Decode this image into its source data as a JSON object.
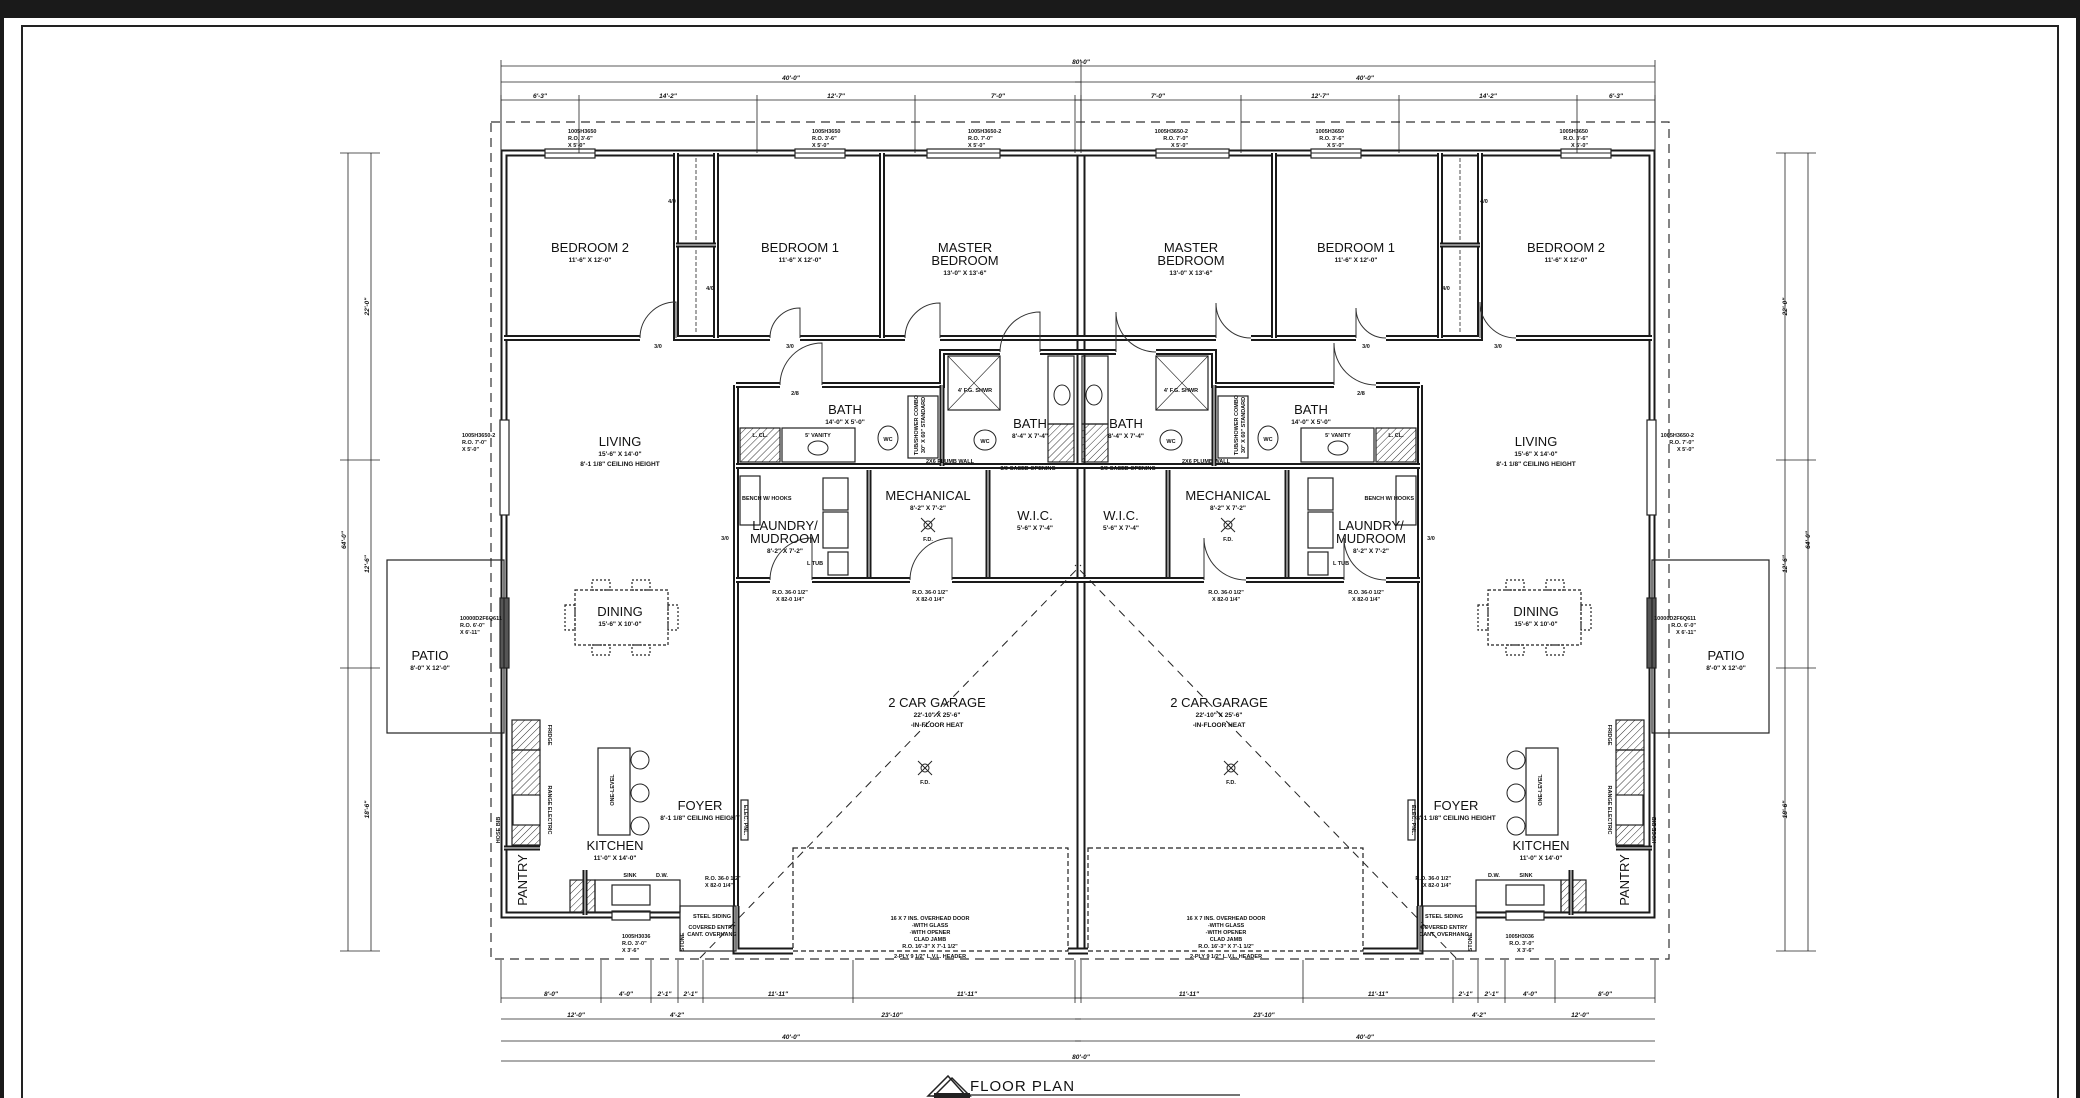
{
  "title": "FLOOR PLAN",
  "overall": {
    "total_width": "80'-0\"",
    "half_width": "40'-0\"",
    "depth": "64'-0\""
  },
  "top_dims": [
    "6'-3\"",
    "14'-2\"",
    "12'-7\"",
    "7'-0\""
  ],
  "bottom_dims_row1": [
    "8'-0\"",
    "4'-0\"",
    "2'-1\"",
    "2'-1\"",
    "11'-11\"",
    "11'-11\""
  ],
  "bottom_dims_row2": [
    "12'-0\"",
    "4'-2\"",
    "23'-10\""
  ],
  "side_dims": [
    "22'-0\"",
    "12'-6\"",
    "18'-6\""
  ],
  "units": [
    {
      "rooms": [
        {
          "name": "BEDROOM 2",
          "size": "11'-6\" X 12'-0\""
        },
        {
          "name": "BEDROOM 1",
          "size": "11'-6\" X 12'-0\""
        },
        {
          "name": "MASTER",
          "name2": "BEDROOM",
          "size": "13'-0\" X 13'-6\""
        },
        {
          "name": "LIVING",
          "size": "15'-6\" X 14'-0\"",
          "note": "8'-1 1/8\" CEILING HEIGHT"
        },
        {
          "name": "BATH",
          "size": "14'-0\" X 5'-0\""
        },
        {
          "name": "BATH",
          "size": "8'-4\" X 7'-4\""
        },
        {
          "name": "LAUNDRY/",
          "name2": "MUDROOM",
          "size": "8'-2\" X 7'-2\""
        },
        {
          "name": "MECHANICAL",
          "size": "8'-2\" X 7'-2\""
        },
        {
          "name": "W.I.C.",
          "size": "5'-6\" X 7'-4\""
        },
        {
          "name": "DINING",
          "size": "15'-6\" X 10'-0\""
        },
        {
          "name": "PATIO",
          "size": "8'-0\" X 12'-0\""
        },
        {
          "name": "2 CAR GARAGE",
          "size": "22'-10\" X 25'-6\"",
          "note": "-IN-FLOOR HEAT"
        },
        {
          "name": "FOYER",
          "note": "8'-1 1/8\" CEILING HEIGHT"
        },
        {
          "name": "KITCHEN",
          "size": "11'-0\" X 14'-0\""
        },
        {
          "name": "PANTRY"
        }
      ],
      "windows": [
        {
          "model": "1005H3650",
          "ro": "R.O. 3'-6\"",
          "h": "X 5'-0\""
        },
        {
          "model": "1005H3650",
          "ro": "R.O. 3'-6\"",
          "h": "X 5'-0\""
        },
        {
          "model": "1005H3650-2",
          "ro": "R.O. 7'-0\"",
          "h": "X 5'-0\""
        },
        {
          "model": "1005H3650-2",
          "ro": "R.O. 7'-0\"",
          "h": "X 5'-0\""
        },
        {
          "model": "10000D2F6Q611",
          "ro": "R.O. 6'-0\"",
          "h": "X 6'-11\""
        },
        {
          "model": "1005H3036",
          "ro": "R.O. 3'-0\"",
          "h": "X 3'-6\""
        }
      ],
      "notes": {
        "door_ro_1": "R.O. 36-0 1/2\"",
        "door_ro_2": "X 82-0 1/4\"",
        "overhead_door": [
          "16 X 7 INS. OVERHEAD DOOR",
          "-WITH GLASS",
          "-WITH OPENER",
          "CLAD JAMB",
          "R.O. 16'-3\" X 7'-1 1/2\""
        ],
        "header": "2-PLY 9 1/2\" L.V.L. HEADER",
        "vanity": "5' VANITY",
        "linen": "L. CL.",
        "plumb_wall": "2X6 PLUMB WALL",
        "shower": "4' F.G. SHWR",
        "tub": "TUB/SHOWER COMBO 30\" X 60\" STANDARD",
        "wc": "WC",
        "bench": "BENCH W/ HOOKS",
        "fd": "F.D.",
        "cased": "3/0 CASED OPENING",
        "siding": "STEEL SIDING",
        "entry": "COVERED ENTRY CANT. OVERHANG",
        "fridge": "FRIDGE",
        "range": "RANGE ELECTRIC",
        "sink": "SINK",
        "dw": "D.W.",
        "one_level": "ONE-LEVEL",
        "elec": "ELEC. PNL.",
        "hose": "HOSE BIB",
        "ltub": "L TUB",
        "stone": "STONE",
        "d30": "3/0",
        "d28": "2/8",
        "d40": "4/0"
      }
    }
  ]
}
